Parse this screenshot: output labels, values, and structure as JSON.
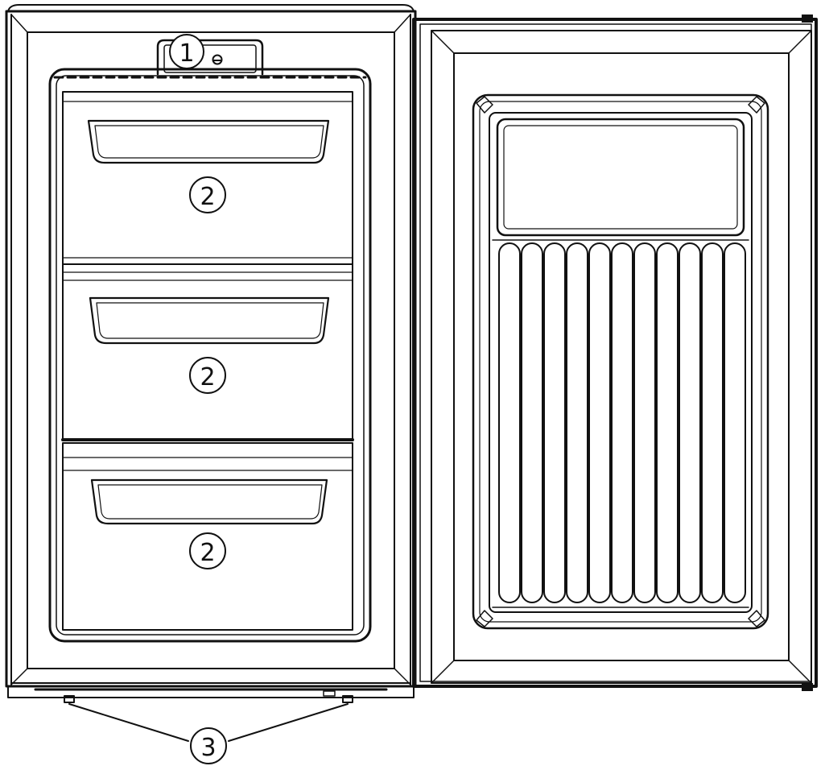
{
  "callouts": {
    "thermostat": "1",
    "drawer_top": "2",
    "drawer_middle": "2",
    "drawer_bottom": "2",
    "feet": "3"
  },
  "colors": {
    "line": "#111111",
    "background": "#ffffff"
  }
}
